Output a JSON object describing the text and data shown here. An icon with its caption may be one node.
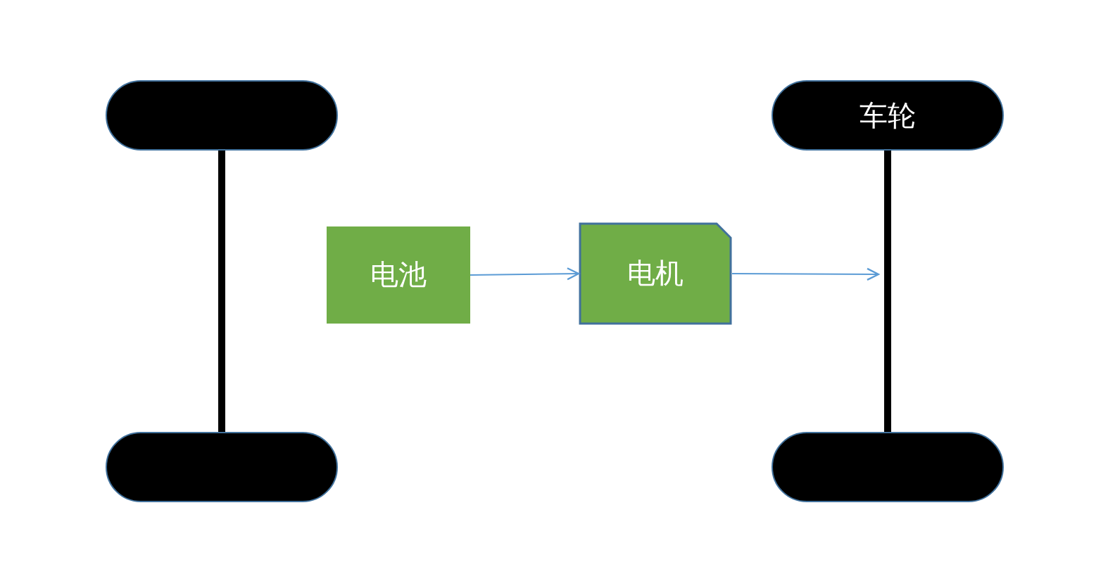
{
  "diagram": {
    "nodes": [
      {
        "text": [],
        "shape": "box"
      },
      {
        "text": [
          "车轮"
        ]
      },
      {
        "text": [
          "电池"
        ]
      },
      {
        "text": [
          "电机"
        ]
      },
      {
        "text": [],
        "shape": "box"
      },
      {
        "text": [],
        "shape": "box"
      }
    ],
    "edges": [
      {
        "from": 0,
        "to": 4,
        "arrow": "none",
        "style": "thick",
        "color": "#000000"
      },
      {
        "from": 1,
        "to": 5,
        "arrow": "none",
        "style": "thick",
        "color": "#000000"
      },
      {
        "from": 2,
        "to": 3,
        "arrow": "to",
        "color": "#5b9bd5"
      },
      {
        "from": 3,
        "to": null,
        "arrow": "to",
        "color": "#5b9bd5"
      }
    ]
  }
}
